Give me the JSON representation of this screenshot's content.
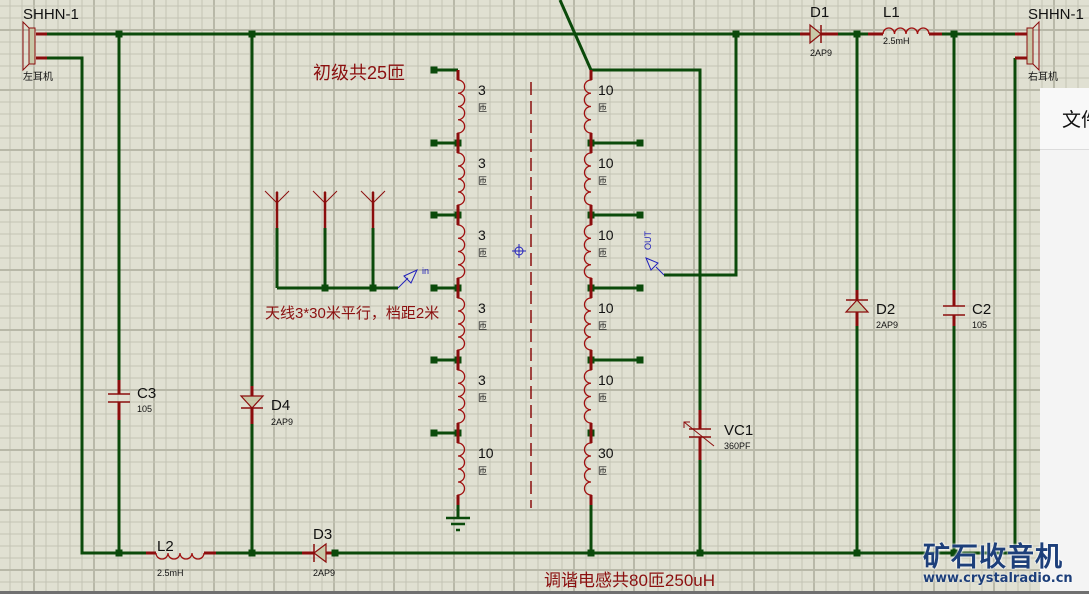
{
  "schematic": {
    "title_note_primary": "初级共25匝",
    "title_note_tuning": "调谐电感共80匝250uH",
    "antenna_note": "天线3*30米平行，档距2米",
    "port_in": "in",
    "port_out": "OUT",
    "turn_unit": "匝",
    "primary_taps": [
      "3",
      "3",
      "3",
      "3",
      "3",
      "10"
    ],
    "secondary_taps": [
      "10",
      "10",
      "10",
      "10",
      "10",
      "30"
    ],
    "components": {
      "left_phone": {
        "ref": "SHHN-1",
        "label": "左耳机"
      },
      "right_phone": {
        "ref": "SHHN-1",
        "label": "右耳机"
      },
      "D1": {
        "ref": "D1",
        "value": "2AP9"
      },
      "D2": {
        "ref": "D2",
        "value": "2AP9"
      },
      "D3": {
        "ref": "D3",
        "value": "2AP9"
      },
      "D4": {
        "ref": "D4",
        "value": "2AP9"
      },
      "L1": {
        "ref": "L1",
        "value": "2.5mH"
      },
      "L2": {
        "ref": "L2",
        "value": "2.5mH"
      },
      "C2": {
        "ref": "C2",
        "value": "105"
      },
      "C3": {
        "ref": "C3",
        "value": "105"
      },
      "VC1": {
        "ref": "VC1",
        "value": "360PF"
      }
    }
  },
  "side_panel": {
    "text": "文件"
  },
  "watermark": {
    "title": "矿石收音机",
    "url": "www.crystalradio.cn"
  },
  "colors": {
    "background": "#e0e0d2",
    "wire": "#0b4a0b",
    "pin": "#8b0d0d",
    "note": "#8b1010",
    "port": "#2222bb",
    "watermark": "#1d3f7a"
  }
}
